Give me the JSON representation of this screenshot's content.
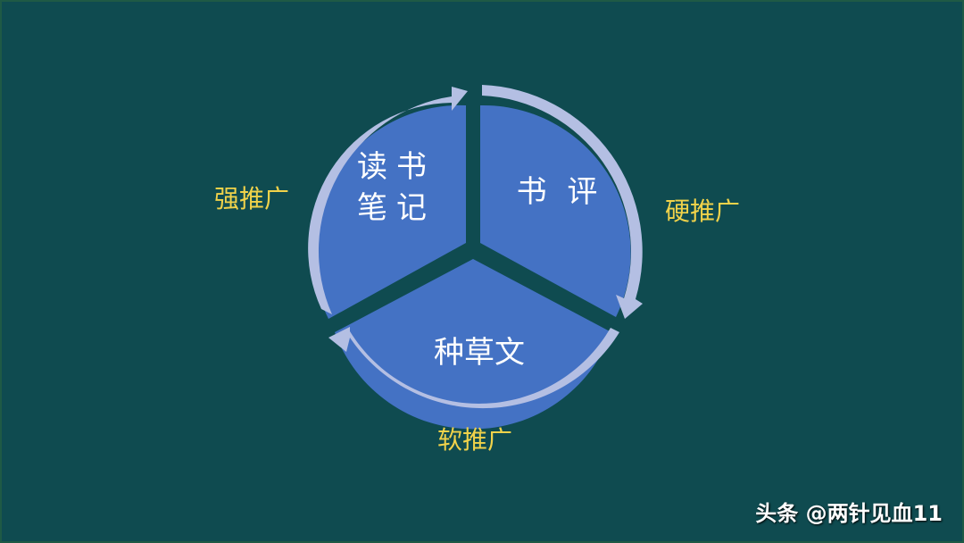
{
  "diagram": {
    "type": "cycle-pie",
    "segments": [
      {
        "id": "reading-notes",
        "line1": "读书",
        "line2": "笔记",
        "side_label": "强推广"
      },
      {
        "id": "book-review",
        "line1": "书 评",
        "side_label": "硬推广"
      },
      {
        "id": "recommendation",
        "line1": "种草文",
        "side_label": "软推广"
      }
    ],
    "colors": {
      "background": "#0f4b50",
      "segment_fill": "#4472c4",
      "ring": "#b4bfe3",
      "side_label": "#f0d24a",
      "segment_text": "#ffffff"
    }
  },
  "watermark": "头条 @两针见血11"
}
